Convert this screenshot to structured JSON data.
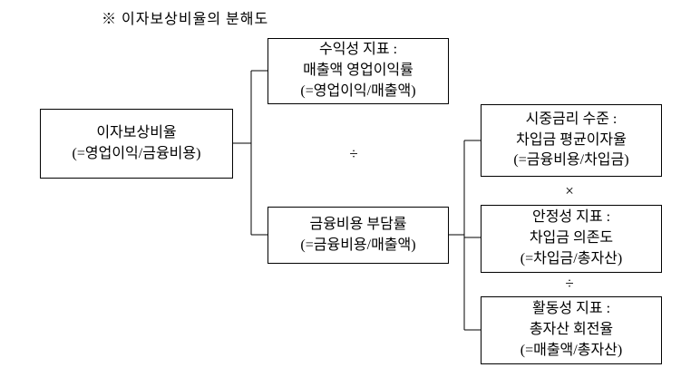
{
  "title": "※ 이자보상비율의 분해도",
  "operators": {
    "divide_main": "÷",
    "multiply": "×",
    "divide_right": "÷"
  },
  "boxes": {
    "root": {
      "lines": [
        "이자보상비율",
        "(=영업이익/금융비용)"
      ]
    },
    "profitability": {
      "lines": [
        "수익성 지표 :",
        "매출액 영업이익률",
        "(=영업이익/매출액)"
      ]
    },
    "finance_burden": {
      "lines": [
        "금융비용 부담률",
        "(=금융비용/매출액)"
      ]
    },
    "market_rate": {
      "lines": [
        "시중금리 수준 :",
        "차입금 평균이자율",
        "(=금융비용/차입금)"
      ]
    },
    "stability": {
      "lines": [
        "안정성 지표 :",
        "차입금 의존도",
        "(=차입금/총자산)"
      ]
    },
    "activity": {
      "lines": [
        "활동성 지표 :",
        "총자산 회전율",
        "(=매출액/총자산)"
      ]
    }
  }
}
